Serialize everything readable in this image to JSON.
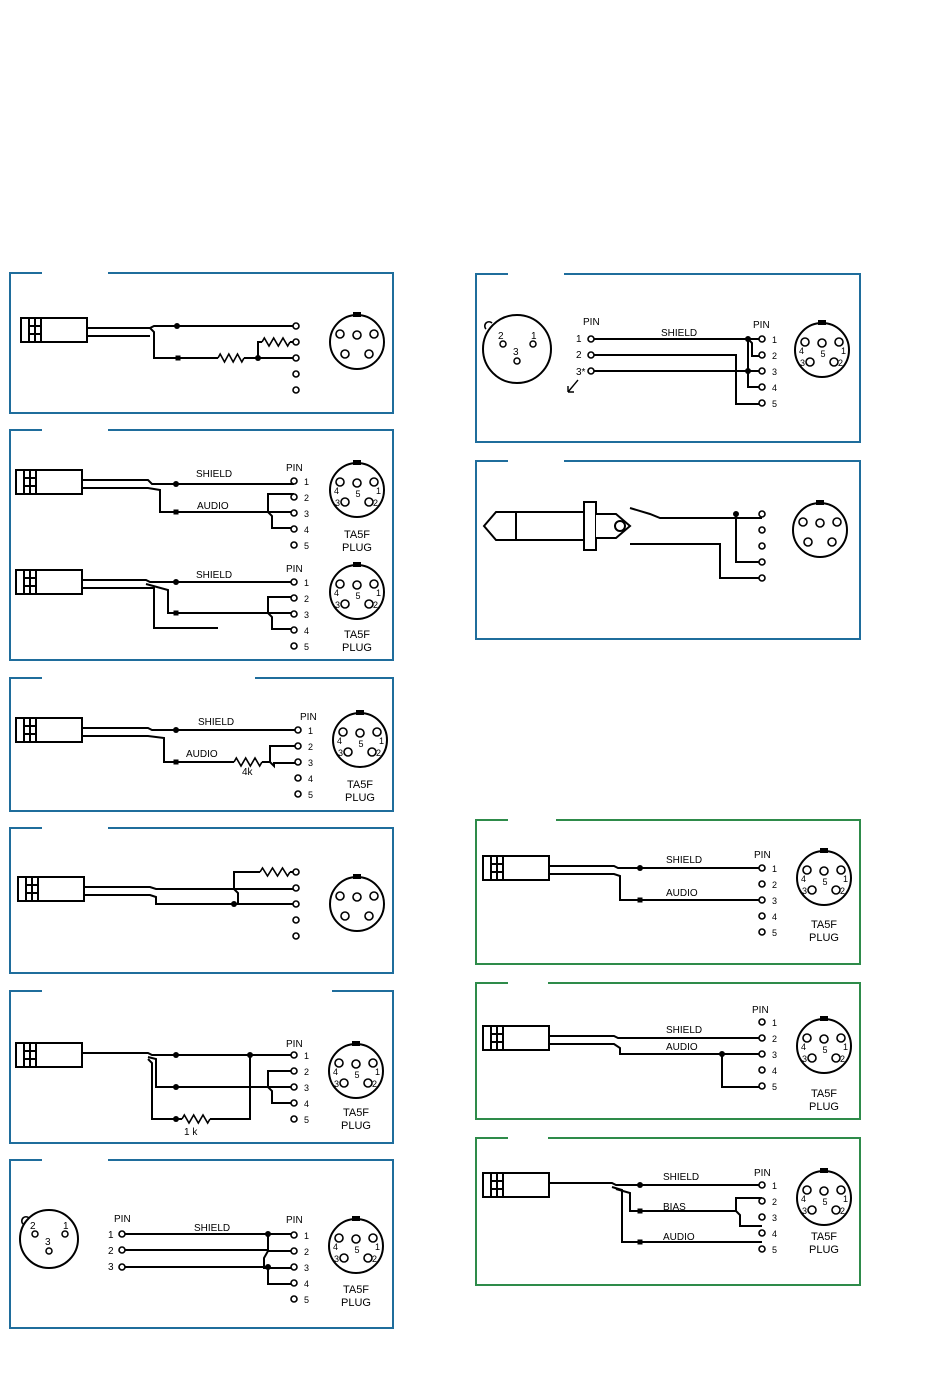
{
  "colors": {
    "panel_border_blue": "#1f6d9c",
    "panel_border_green": "#2e8b4a",
    "wire": "#000000"
  },
  "labels": {
    "shield": "SHIELD",
    "audio": "AUDIO",
    "bias": "BIAS",
    "pin": "PIN",
    "ta5f_line1": "TA5F",
    "ta5f_line2": "PLUG",
    "r4k": "4k",
    "r1k": "1 k",
    "pin_1": "1",
    "pin_2": "2",
    "pin_3": "3",
    "pin_3_star": "3*",
    "pin_4": "4",
    "pin_5": "5"
  },
  "icons": {
    "lavalier_plug": "lavalier-mic-plug-icon",
    "ta5f_connector": "ta5f-connector-icon",
    "xlr_connector": "xlr-connector-icon",
    "phone_plug": "quarter-inch-phone-plug-icon",
    "resistor": "resistor-icon"
  }
}
